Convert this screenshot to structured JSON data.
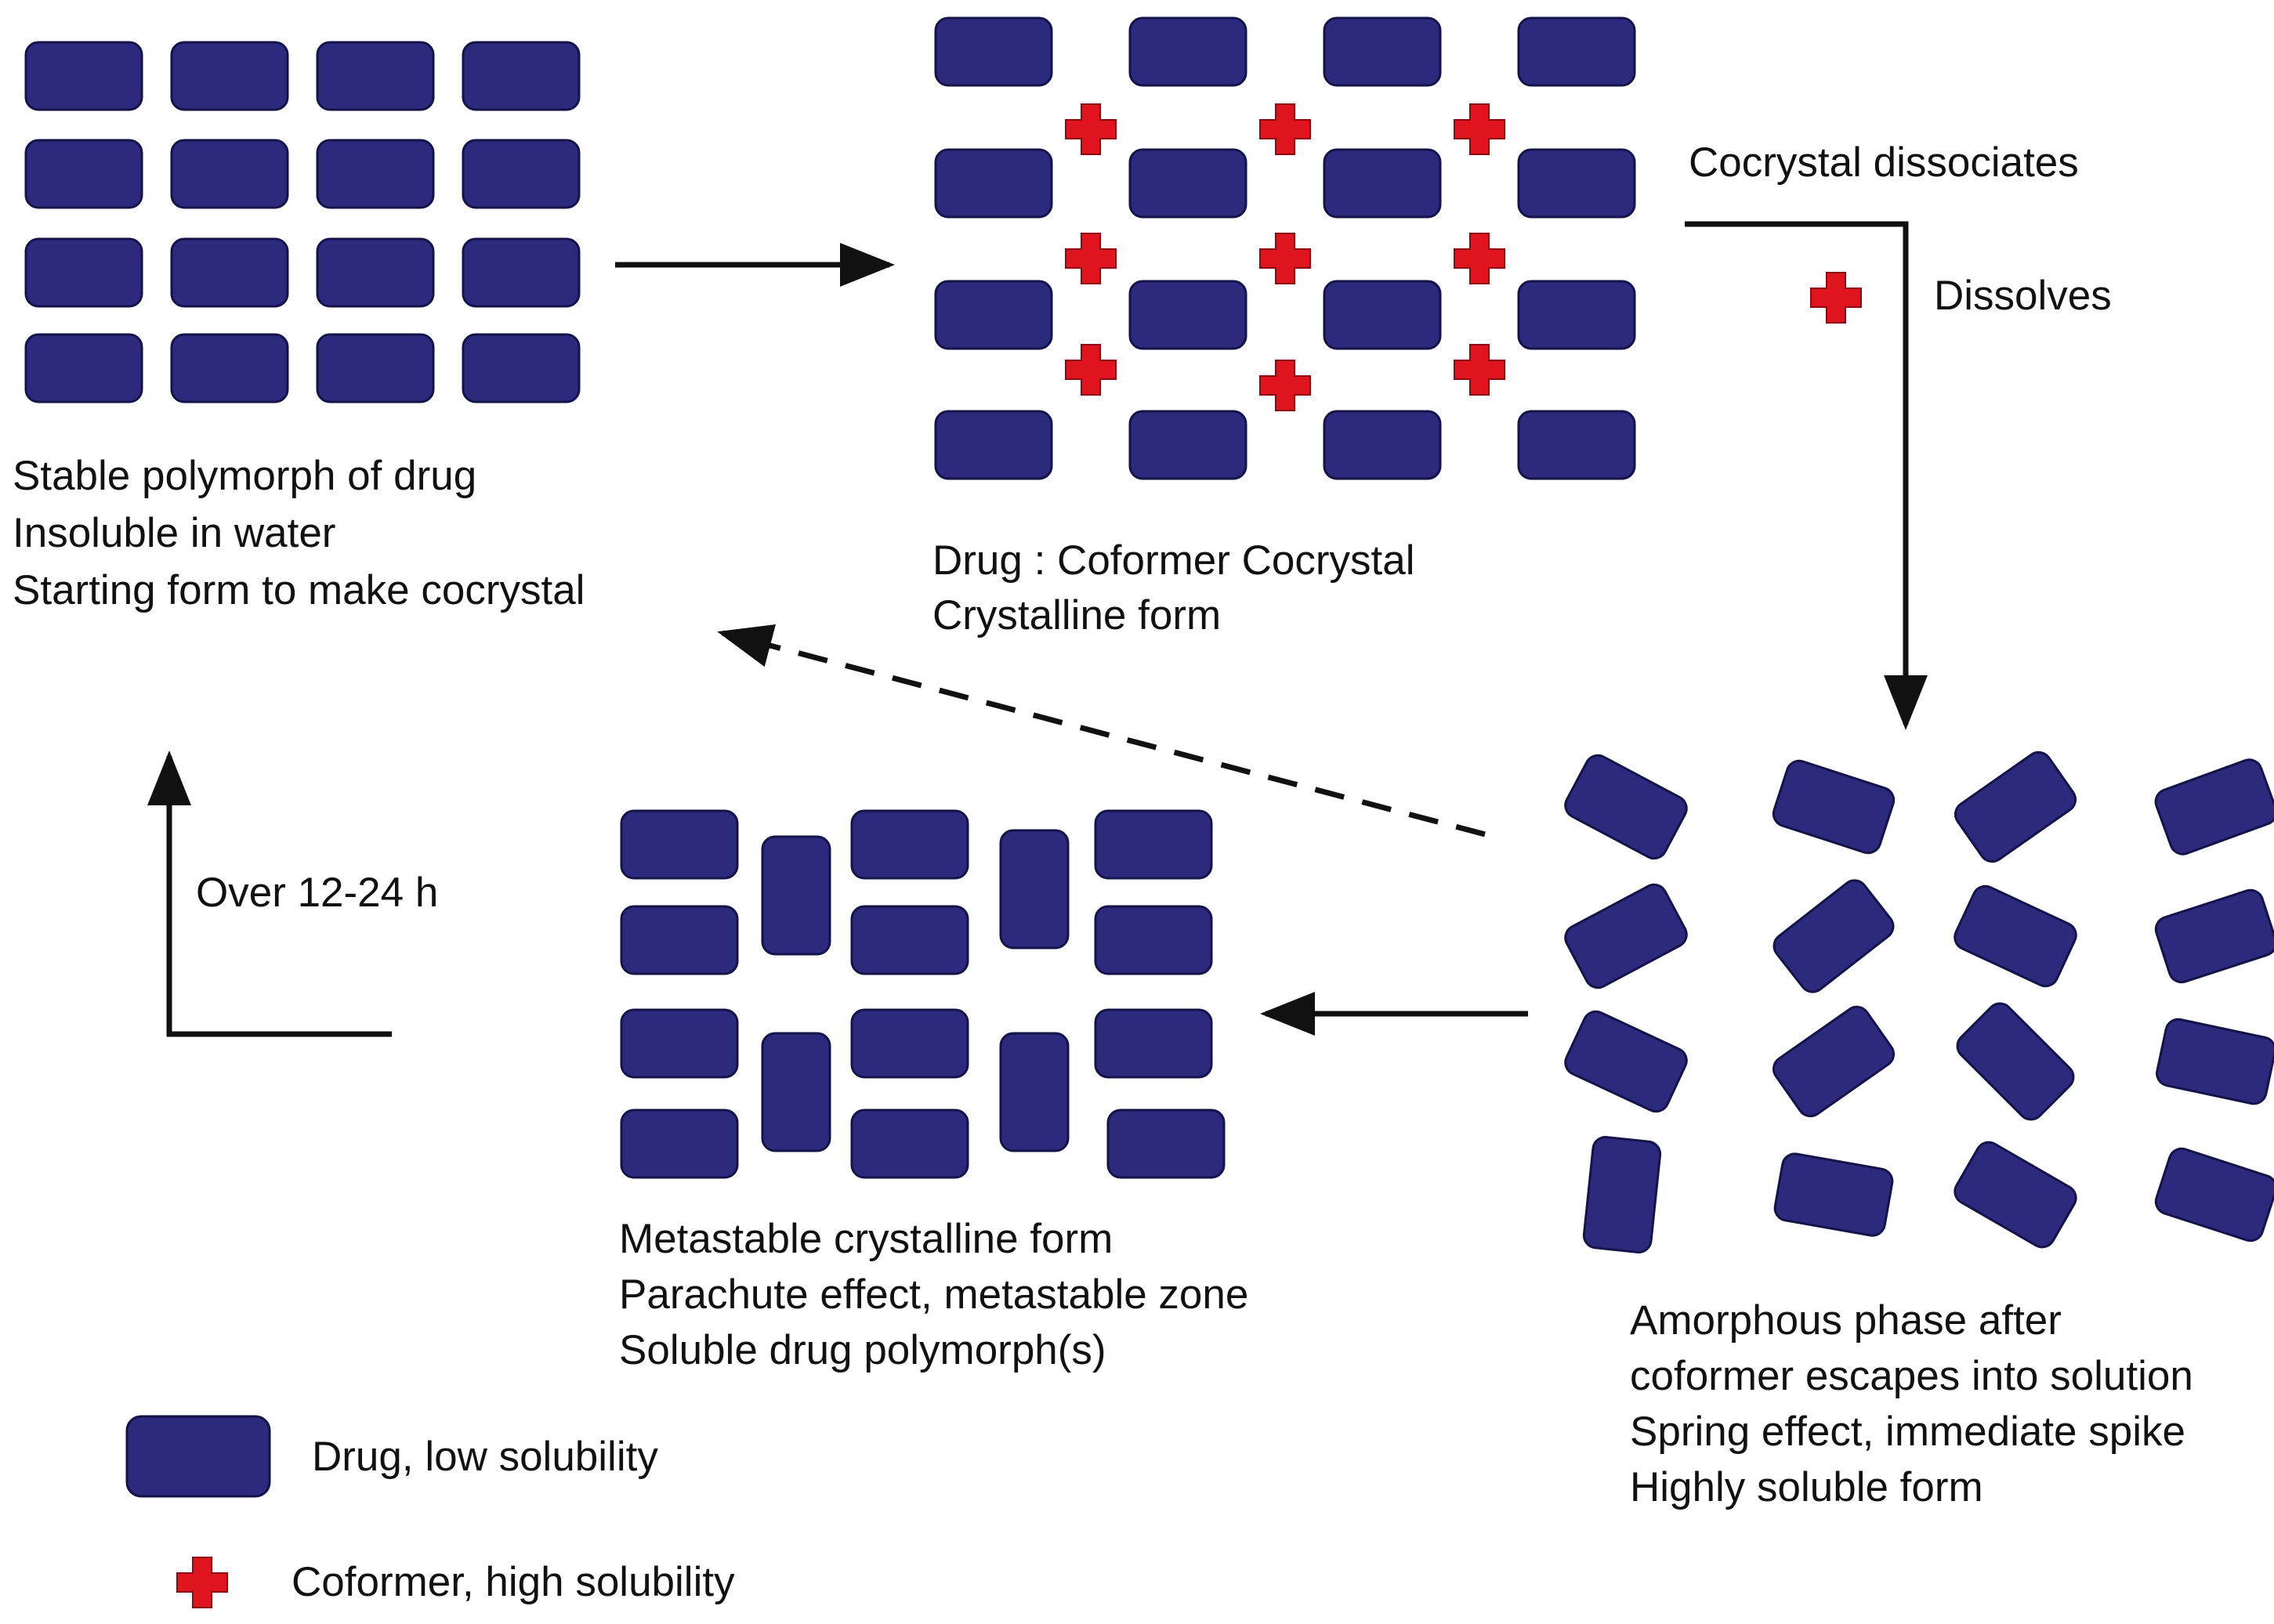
{
  "colors": {
    "drug": "#2b2a7c",
    "coformer": "#e0141e",
    "arrow": "#111111"
  },
  "stable": {
    "line1": "Stable polymorph of drug",
    "line2": "Insoluble in water",
    "line3": "Starting form to make cocrystal"
  },
  "cocrystal": {
    "line1": "Drug : Coformer Cocrystal",
    "line2": "Crystalline form"
  },
  "dissociation": {
    "label1": "Cocrystal dissociates",
    "label2": "Dissolves"
  },
  "metastable": {
    "line1": "Metastable crystalline form",
    "line2": "Parachute effect, metastable zone",
    "line3": "Soluble drug polymorph(s)"
  },
  "amorphous": {
    "line1": "Amorphous phase after",
    "line2": "coformer escapes into solution",
    "line3": "Spring effect, immediate spike",
    "line4": "Highly soluble form"
  },
  "timing": {
    "label": "Over 12-24 h"
  },
  "legend": {
    "drug_label": "Drug, low solubility",
    "coformer_label": "Coformer, high solubility"
  }
}
